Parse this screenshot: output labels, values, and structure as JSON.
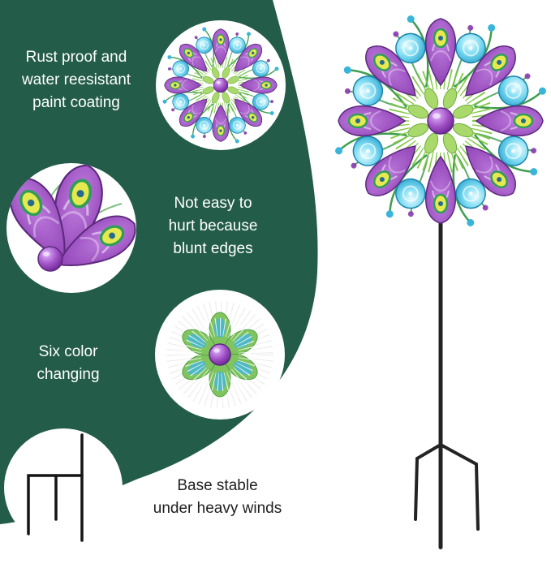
{
  "theme": {
    "green_bg": "#235c49",
    "text_light": "#ffffff",
    "text_dark": "#1f1f1f",
    "purple": "#8a3bb0",
    "teal": "#2ba4cf",
    "eye_yellow": "#e6e84f",
    "leaf_green": "#7cc63f",
    "stake_color": "#232323"
  },
  "features": [
    {
      "lines": [
        "Rust proof and",
        "water reesistant",
        "paint coating"
      ]
    },
    {
      "lines": [
        "Not easy to",
        "hurt because",
        "blunt edges"
      ]
    },
    {
      "lines": [
        "Six color",
        "changing"
      ]
    },
    {
      "lines": [
        "Base stable",
        "under heavy winds"
      ]
    }
  ],
  "images": {
    "pinwheel_front": "peacock-pinwheel-front-view",
    "feather_closeup": "peacock-feather-closeup",
    "glowing_flower": "six-color-glowing-flower",
    "stake_base": "ground-stake-base-drawing",
    "product": "peacock-wind-spinner-garden-stake"
  }
}
